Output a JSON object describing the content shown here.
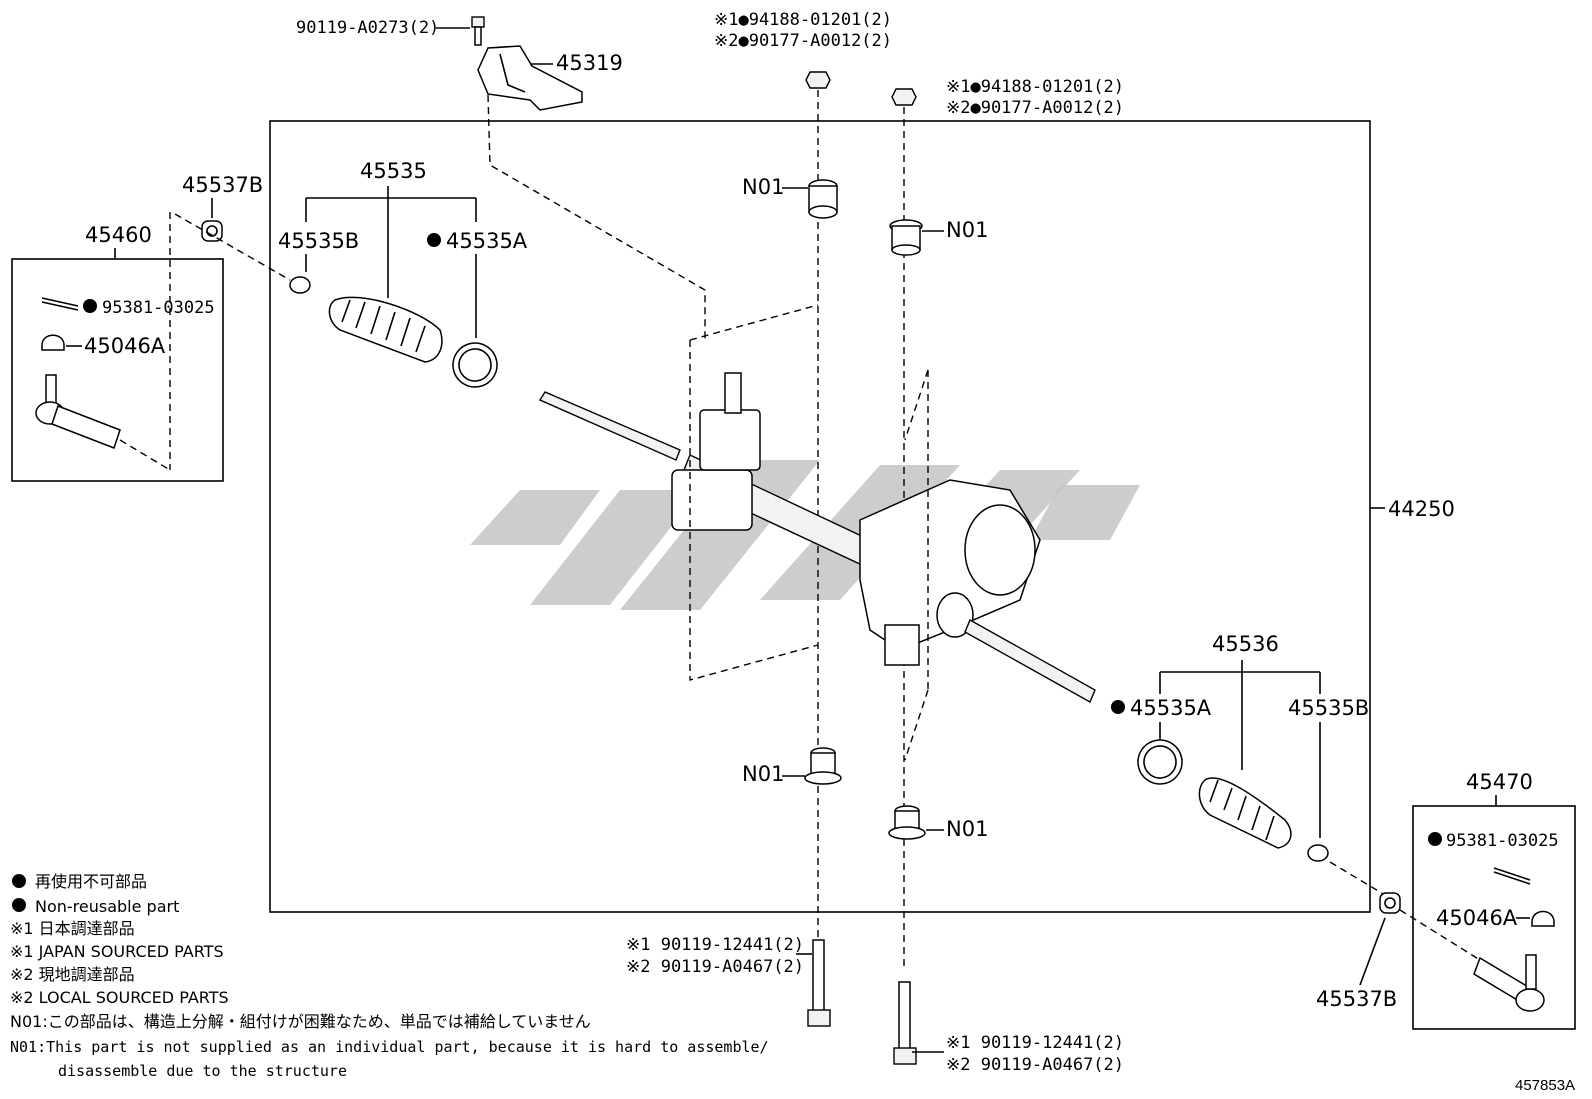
{
  "figure_code": "457853A",
  "assembly": {
    "number": "44250"
  },
  "top_bolt": {
    "part": "90119-A0273(2)"
  },
  "bracket": {
    "part": "45319"
  },
  "nuts_left": {
    "line1": "※1●94188-01201(2)",
    "line2": "※2●90177-A0012(2)"
  },
  "nuts_right": {
    "line1": "※1●94188-01201(2)",
    "line2": "※2●90177-A0012(2)"
  },
  "n01_label": "N01",
  "left_group": {
    "set": "45535",
    "clamp": "45535B",
    "band": "45535A",
    "bushing": "45537B",
    "tie_rod_end": "45460",
    "cotter_pin": "95381-03025",
    "nut": "45046A"
  },
  "right_group": {
    "set": "45536",
    "band": "45535A",
    "clamp": "45535B",
    "bushing": "45537B",
    "tie_rod_end": "45470",
    "cotter_pin": "95381-03025",
    "nut": "45046A"
  },
  "bottom_bolts_left": {
    "line1": "※1 90119-12441(2)",
    "line2": "※2 90119-A0467(2)"
  },
  "bottom_bolts_right": {
    "line1": "※1 90119-12441(2)",
    "line2": "※2 90119-A0467(2)"
  },
  "legend": {
    "non_reusable_jp": "再使用不可部品",
    "non_reusable_en": "Non-reusable part",
    "japan_jp": "※1 日本調達部品",
    "japan_en": "※1 JAPAN SOURCED PARTS",
    "local_jp": "※2 現地調達部品",
    "local_en": "※2 LOCAL SOURCED PARTS",
    "n01_jp": "N01:この部品は、構造上分解・組付けが困難なため、単品では補給していません",
    "n01_en1": "N01:This part is not supplied as an individual part, because it is hard to assemble/",
    "n01_en2": "disassemble due to the structure"
  }
}
